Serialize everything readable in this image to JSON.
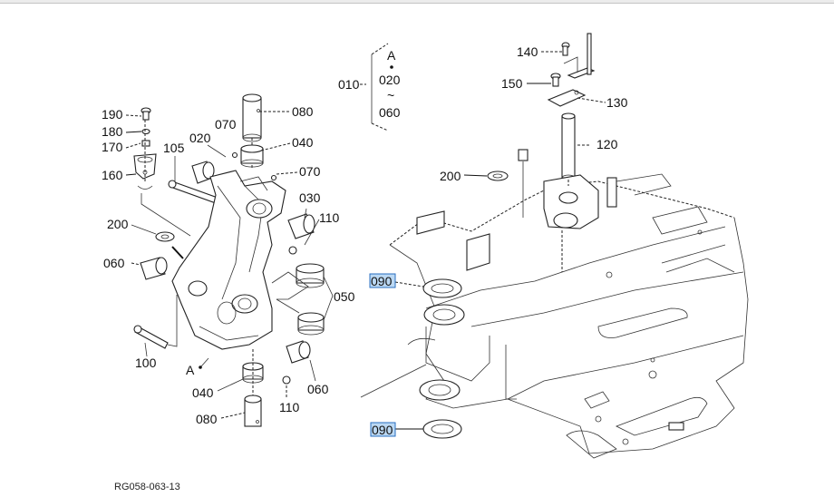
{
  "diagram": {
    "figure_id": "RG058-063-13",
    "group_callout": {
      "ref": "010",
      "top": "A",
      "start": "020",
      "range_symbol": "~",
      "end": "060"
    },
    "highlight_color": "#3c8fde",
    "labels": {
      "p190": "190",
      "p180": "180",
      "p170": "170",
      "p160": "160",
      "p105": "105",
      "p020": "020",
      "p070a": "070",
      "p080a": "080",
      "p040a": "040",
      "p070b": "070",
      "p030": "030",
      "p110a": "110",
      "p200a": "200",
      "p060a": "060",
      "p050": "050",
      "p100": "100",
      "pA": "A",
      "p040b": "040",
      "p060b": "060",
      "p110b": "110",
      "p080b": "080",
      "p140": "140",
      "p150": "150",
      "p130": "130",
      "p120": "120",
      "p200b": "200",
      "p090a": "090",
      "p090b": "090"
    }
  }
}
